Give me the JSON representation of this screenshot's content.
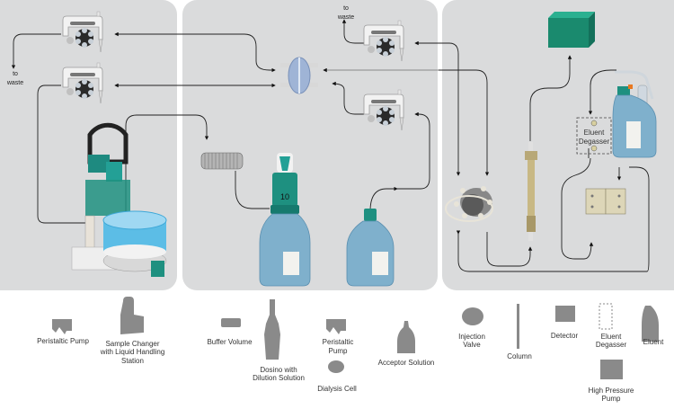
{
  "diagram": {
    "panels": [
      {
        "id": "sample-preparation"
      },
      {
        "id": "dialysis"
      },
      {
        "id": "ion-chromatography"
      }
    ],
    "annotations": {
      "waste_left": "to\nwaste",
      "waste_mid": "to\nwaste",
      "degasser": "Eluent\nDegasser",
      "dosino_number": "10"
    },
    "colors": {
      "panel_bg": "#dadbdc",
      "teal": "#1e9080",
      "bottle_blue": "#7fb0cc",
      "detector_green": "#1a8a6e",
      "legend_gray": "#8a8a8a",
      "line": "#222222"
    },
    "legend": {
      "peristaltic_pump_1": "Peristaltic Pump",
      "sample_changer_line1": "Sample Changer",
      "sample_changer_line2": "with Liquid Handling Station",
      "buffer_volume": "Buffer Volume",
      "dosino_line1": "Dosino with",
      "dosino_line2": "Dilution Solution",
      "peristaltic_pump_2": "Peristaltic Pump",
      "dialysis_cell": "Dialysis Cell",
      "acceptor_solution": "Acceptor Solution",
      "injection_valve_line1": "Injection",
      "injection_valve_line2": "Valve",
      "column": "Column",
      "detector": "Detector",
      "eluent_degasser_line1": "Eluent",
      "eluent_degasser_line2": "Degasser",
      "eluent": "Eluent",
      "hp_pump_line1": "High Pressure",
      "hp_pump_line2": "Pump"
    }
  }
}
